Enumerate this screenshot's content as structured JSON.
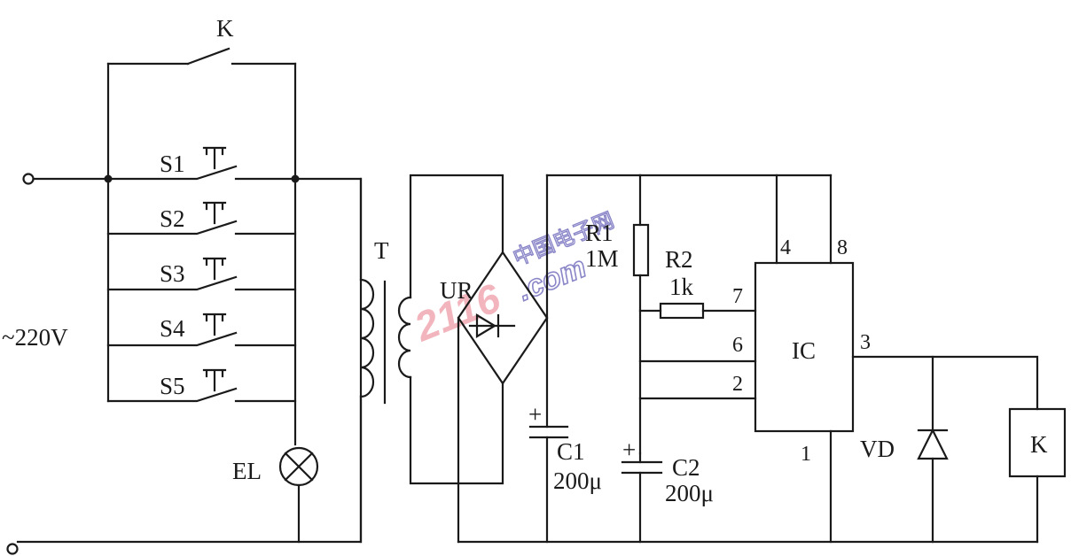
{
  "labels": {
    "relay_contact": "K",
    "mains": "~220V",
    "switches": [
      "S1",
      "S2",
      "S3",
      "S4",
      "S5"
    ],
    "lamp": "EL",
    "transformer": "T",
    "bridge": "UR",
    "c1_name": "C1",
    "c1_value": "200μ",
    "r1_name": "R1",
    "r1_value": "1M",
    "r2_name": "R2",
    "r2_value": "1k",
    "c2_name": "C2",
    "c2_value": "200μ",
    "ic": "IC",
    "diode": "VD",
    "relay_coil": "K",
    "plus": "+"
  },
  "ic_pins": {
    "p4": "4",
    "p8": "8",
    "p7": "7",
    "p6": "6",
    "p2": "2",
    "p3": "3",
    "p1": "1"
  },
  "watermark": {
    "cn": "中国电子网",
    "num": "2116",
    "dom": ".com"
  }
}
